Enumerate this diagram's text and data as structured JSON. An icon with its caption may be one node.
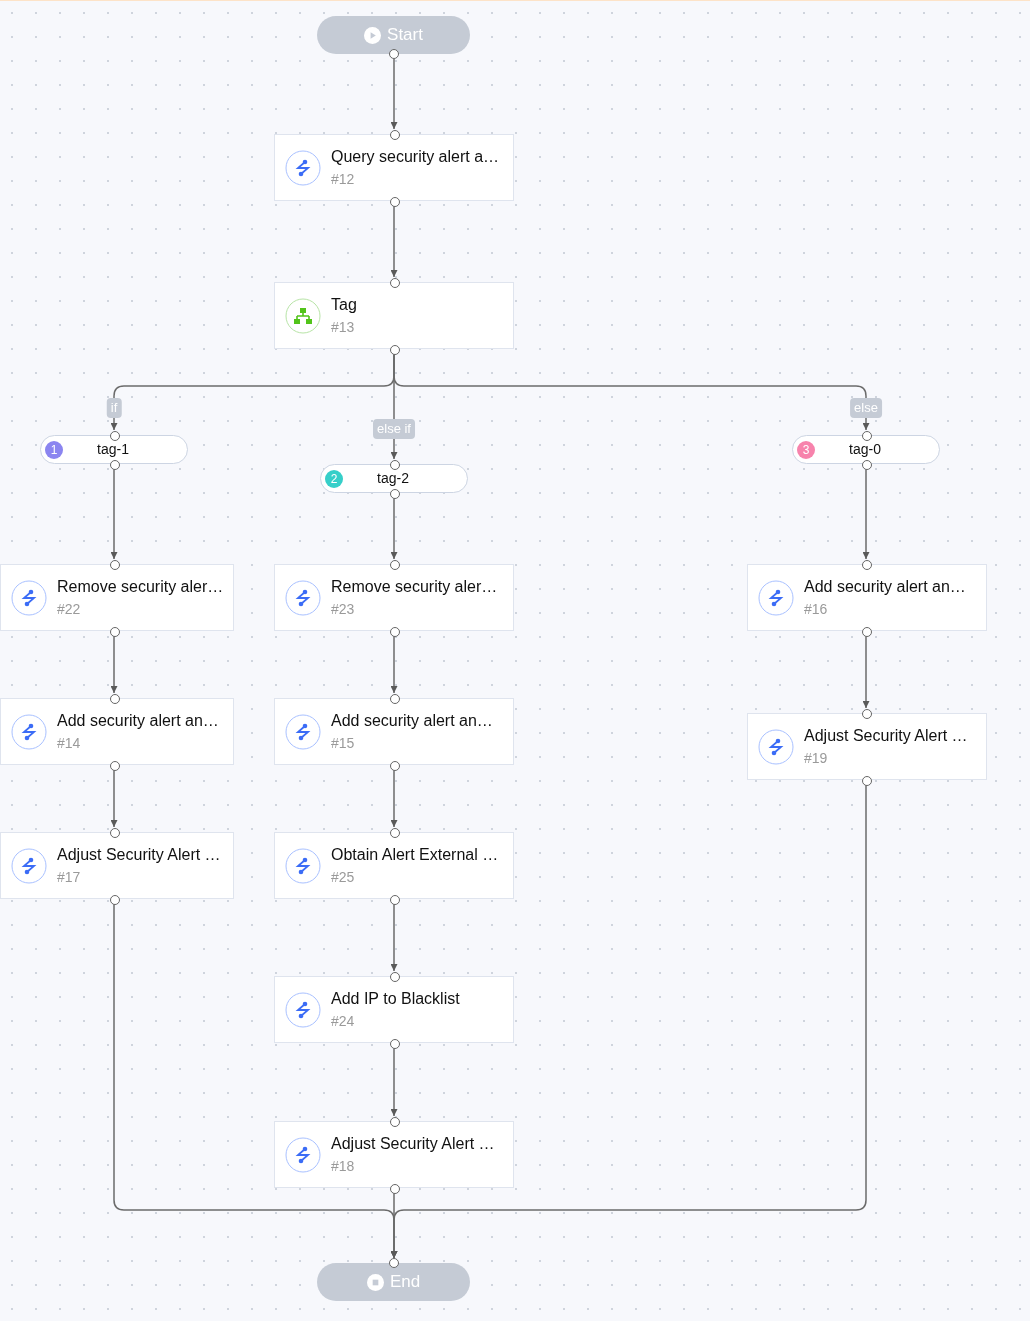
{
  "diagram": {
    "nodes": [
      {
        "text": [
          "Start"
        ]
      },
      {
        "text": [
          "Query security alert a…",
          "#12"
        ]
      },
      {
        "text": [
          "Tag",
          "#13"
        ]
      },
      {
        "text": [
          "1",
          "tag-1"
        ]
      },
      {
        "text": [
          "2",
          "tag-2"
        ]
      },
      {
        "text": [
          "3",
          "tag-0"
        ]
      },
      {
        "text": [
          "Remove security aler…",
          "#22"
        ]
      },
      {
        "text": [
          "Add security alert an…",
          "#14"
        ]
      },
      {
        "text": [
          "Adjust Security Alert …",
          "#17"
        ]
      },
      {
        "text": [
          "Remove security aler…",
          "#23"
        ]
      },
      {
        "text": [
          "Add security alert an…",
          "#15"
        ]
      },
      {
        "text": [
          "Obtain Alert External …",
          "#25"
        ]
      },
      {
        "text": [
          "Add IP to Blacklist",
          "#24"
        ]
      },
      {
        "text": [
          "Adjust Security Alert …",
          "#18"
        ]
      },
      {
        "text": [
          "Add security alert an…",
          "#16"
        ]
      },
      {
        "text": [
          "Adjust Security Alert …",
          "#19"
        ]
      },
      {
        "text": [
          "End"
        ]
      }
    ],
    "edges": [
      {
        "from": 0,
        "to": 1,
        "arrow": "to"
      },
      {
        "from": 1,
        "to": 2,
        "arrow": "to"
      },
      {
        "from": 2,
        "to": 3,
        "arrow": "to",
        "label": "if"
      },
      {
        "from": 2,
        "to": 4,
        "arrow": "to",
        "label": "else if"
      },
      {
        "from": 2,
        "to": 5,
        "arrow": "to",
        "label": "else"
      },
      {
        "from": 3,
        "to": 6,
        "arrow": "to"
      },
      {
        "from": 6,
        "to": 7,
        "arrow": "to"
      },
      {
        "from": 7,
        "to": 8,
        "arrow": "to"
      },
      {
        "from": 4,
        "to": 9,
        "arrow": "to"
      },
      {
        "from": 9,
        "to": 10,
        "arrow": "to"
      },
      {
        "from": 10,
        "to": 11,
        "arrow": "to"
      },
      {
        "from": 11,
        "to": 12,
        "arrow": "to"
      },
      {
        "from": 12,
        "to": 13,
        "arrow": "to"
      },
      {
        "from": 5,
        "to": 14,
        "arrow": "to"
      },
      {
        "from": 14,
        "to": 15,
        "arrow": "to"
      },
      {
        "from": 8,
        "to": 16,
        "arrow": "to"
      },
      {
        "from": 13,
        "to": 16,
        "arrow": "to"
      },
      {
        "from": 15,
        "to": 16,
        "arrow": "to"
      }
    ]
  }
}
